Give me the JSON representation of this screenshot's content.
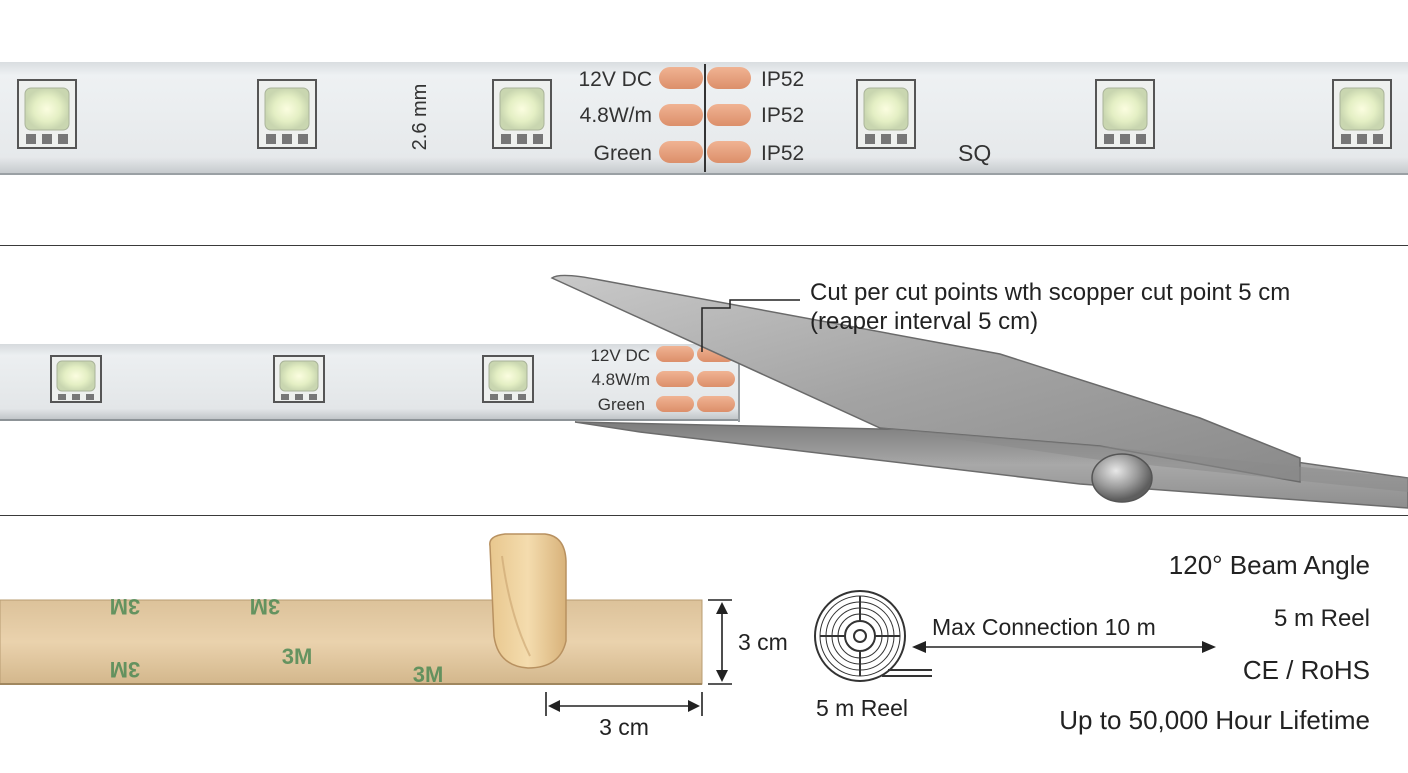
{
  "strip": {
    "specs": [
      "12V DC",
      "4.8W/m",
      "Green"
    ],
    "ratings": [
      "IP52",
      "IP52",
      "IP52"
    ],
    "thickness": "2.6 mm",
    "mark": "SQ"
  },
  "cut": {
    "specs": [
      "12V DC",
      "4.8W/m",
      "Green"
    ],
    "callout_line1": "Cut per cut points wth scopper cut point 5 cm",
    "callout_line2": "(reaper interval 5 cm)"
  },
  "tape": {
    "brand": "3M",
    "height_label": "3 cm",
    "width_label": "3 cm"
  },
  "reel": {
    "label": "5 m Reel",
    "max_connection": "Max Connection 10 m"
  },
  "features": [
    "120° Beam Angle",
    "5 m Reel",
    "CE / RoHS",
    "Up to 50,000 Hour Lifetime"
  ],
  "colors": {
    "strip_body": "#e8ecee",
    "copper_pad": "#e9a27e",
    "tape_backing": "#e6cba3",
    "brand_green": "#4f8a55",
    "steel": "#9a9a9a"
  }
}
